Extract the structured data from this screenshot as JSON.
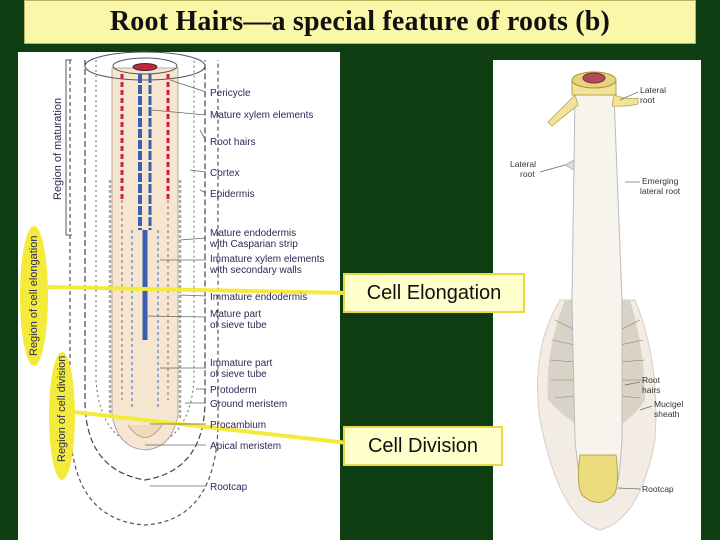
{
  "title": "Root Hairs—a special feature of roots (b)",
  "left_labels": [
    "Pericycle",
    "Mature xylem elements",
    "Root hairs",
    "Cortex",
    "Epidermis",
    "Mature endodermis",
    "with Casparian strip",
    "Immature xylem elements",
    "with secondary walls",
    "Immature endodermis",
    "Mature part",
    "of sieve tube",
    "Immature part",
    "of sieve tube",
    "Protoderm",
    "Ground meristem",
    "Procambium",
    "Apical meristem",
    "Rootcap"
  ],
  "regions": {
    "maturation": "Region of maturation",
    "elongation": "Region of cell elongation",
    "division": "Region of cell division"
  },
  "callouts": {
    "elongation": "Cell Elongation",
    "division": "Cell Division"
  },
  "right_labels": {
    "lateral_root_top": [
      "Lateral",
      "root"
    ],
    "lateral_root_left": [
      "Lateral",
      "root"
    ],
    "emerging": [
      "Emerging",
      "lateral root"
    ],
    "root_hairs": [
      "Root",
      "hairs"
    ],
    "mucigel": [
      "Mucigel",
      "sheath"
    ],
    "rootcap": "Rootcap"
  },
  "colors": {
    "background": "#0f3d12",
    "title_bg": "#fbf7a8",
    "callout_bg": "#ffffcc",
    "highlight": "#f3ea3c",
    "xylem_blue": "#3a5fb0",
    "phloem_red": "#c8233a"
  }
}
